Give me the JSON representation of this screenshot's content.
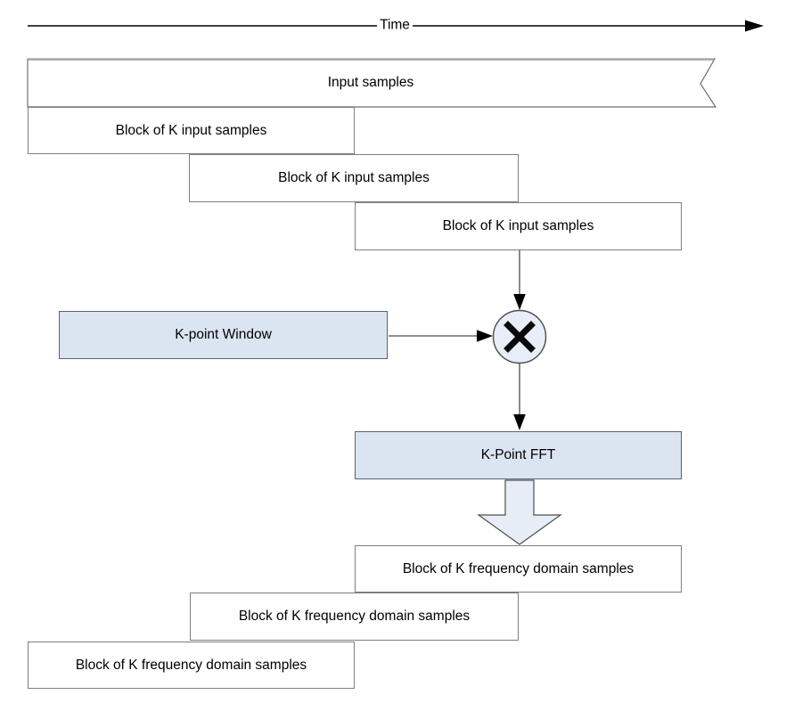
{
  "diagram": {
    "time_axis_label": "Time",
    "input_samples_label": "Input samples",
    "input_blocks": [
      {
        "label": "Block of K input samples"
      },
      {
        "label": "Block of K input samples"
      },
      {
        "label": "Block of K input samples"
      }
    ],
    "window_label": "K-point Window",
    "multiply_symbol": "×",
    "fft_label": "K-Point FFT",
    "output_blocks": [
      {
        "label": "Block of K frequency domain samples"
      },
      {
        "label": "Block of K frequency domain samples"
      },
      {
        "label": "Block of K frequency domain samples"
      }
    ],
    "colors": {
      "process_box_fill": "#dbe5f1",
      "node_fill": "#e8eef8",
      "box_border": "#7f7f7f",
      "line_color": "#000000"
    }
  }
}
